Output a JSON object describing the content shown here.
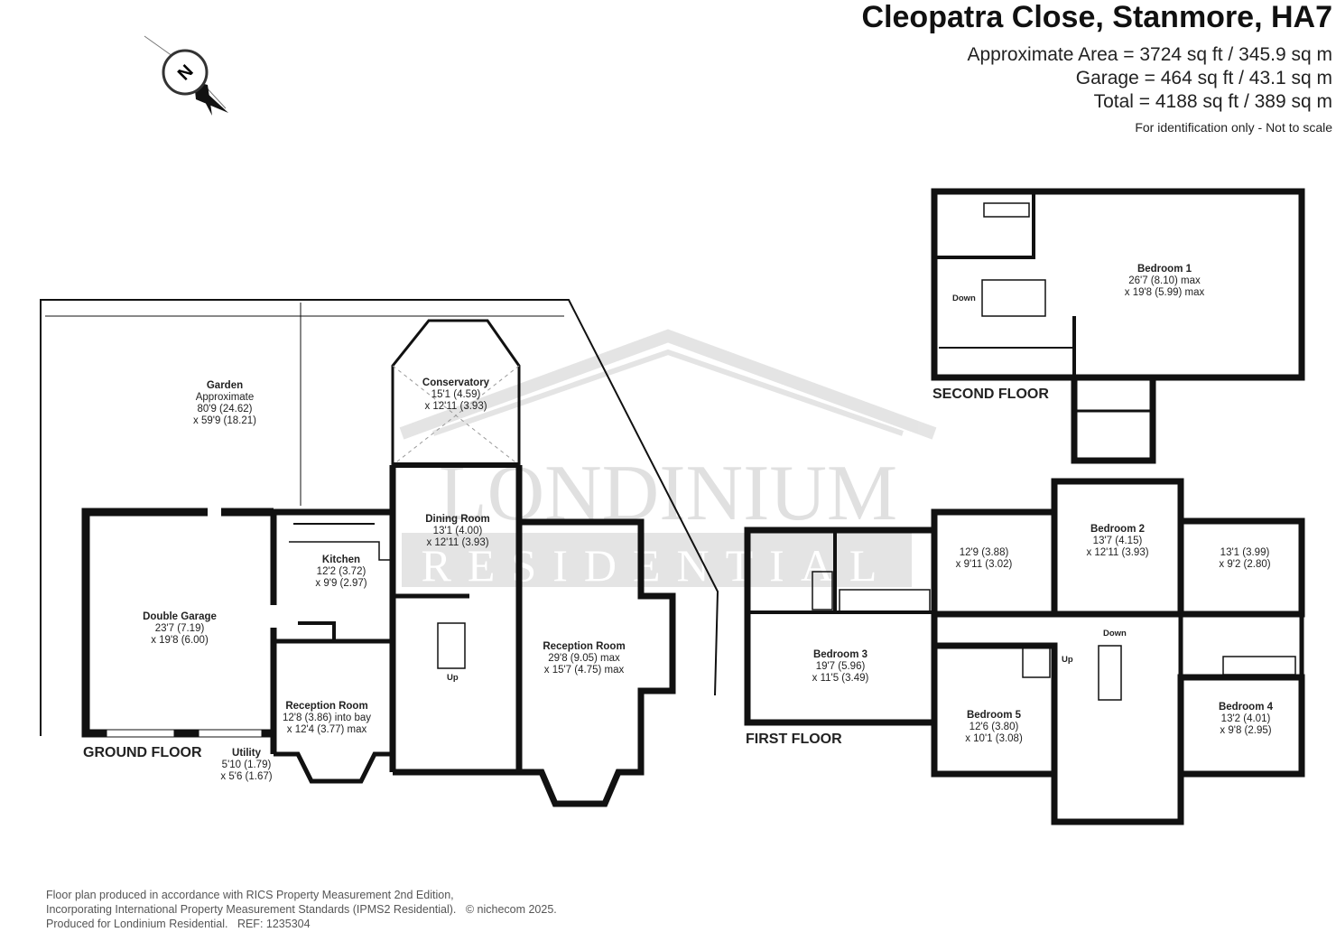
{
  "header": {
    "title": "Cleopatra Close, Stanmore, HA7",
    "approx_area": "Approximate Area = 3724 sq ft / 345.9 sq m",
    "garage_area": "Garage = 464 sq ft / 43.1 sq m",
    "total_area": "Total = 4188 sq ft / 389 sq m",
    "note": "For identification only - Not to scale"
  },
  "compass": {
    "label": "N"
  },
  "watermark": {
    "line1": "LONDINIUM",
    "line2": "RESIDENTIAL"
  },
  "ground_floor": {
    "label": "GROUND FLOOR",
    "rooms": [
      {
        "name": "Garden",
        "dims": [
          "Approximate",
          "80'9 (24.62)",
          "x 59'9 (18.21)"
        ]
      },
      {
        "name": "Conservatory",
        "dims": [
          "15'1 (4.59)",
          "x 12'11 (3.93)"
        ]
      },
      {
        "name": "Dining Room",
        "dims": [
          "13'1 (4.00)",
          "x 12'11 (3.93)"
        ]
      },
      {
        "name": "Kitchen",
        "dims": [
          "12'2 (3.72)",
          "x 9'9 (2.97)"
        ]
      },
      {
        "name": "Double Garage",
        "dims": [
          "23'7 (7.19)",
          "x 19'8 (6.00)"
        ]
      },
      {
        "name": "Reception Room",
        "dims": [
          "29'8 (9.05) max",
          "x 15'7 (4.75) max"
        ]
      },
      {
        "name": "Reception Room",
        "dims": [
          "12'8 (3.86) into bay",
          "x 12'4 (3.77) max"
        ]
      },
      {
        "name": "Utility",
        "dims": [
          "5'10 (1.79)",
          "x 5'6 (1.67)"
        ]
      }
    ],
    "stairs": "Up"
  },
  "first_floor": {
    "label": "FIRST FLOOR",
    "rooms": [
      {
        "name": "",
        "dims": [
          "12'9 (3.88)",
          "x 9'11 (3.02)"
        ]
      },
      {
        "name": "Bedroom 2",
        "dims": [
          "13'7 (4.15)",
          "x 12'11 (3.93)"
        ]
      },
      {
        "name": "",
        "dims": [
          "13'1 (3.99)",
          "x 9'2 (2.80)"
        ]
      },
      {
        "name": "Bedroom 3",
        "dims": [
          "19'7 (5.96)",
          "x 11'5 (3.49)"
        ]
      },
      {
        "name": "Bedroom 5",
        "dims": [
          "12'6 (3.80)",
          "x 10'1 (3.08)"
        ]
      },
      {
        "name": "Bedroom 4",
        "dims": [
          "13'2 (4.01)",
          "x 9'8 (2.95)"
        ]
      }
    ],
    "stairs_up": "Up",
    "stairs_down": "Down"
  },
  "second_floor": {
    "label": "SECOND FLOOR",
    "rooms": [
      {
        "name": "Bedroom 1",
        "dims": [
          "26'7 (8.10) max",
          "x 19'8 (5.99) max"
        ]
      }
    ],
    "stairs_down": "Down"
  },
  "footer": {
    "line1": "Floor plan produced in accordance with RICS Property Measurement 2nd Edition,",
    "line2": "Incorporating International Property Measurement Standards (IPMS2 Residential).",
    "copyright": "© nichecom 2025.",
    "line3": "Produced for Londinium Residential.",
    "ref": "REF: 1235304"
  }
}
